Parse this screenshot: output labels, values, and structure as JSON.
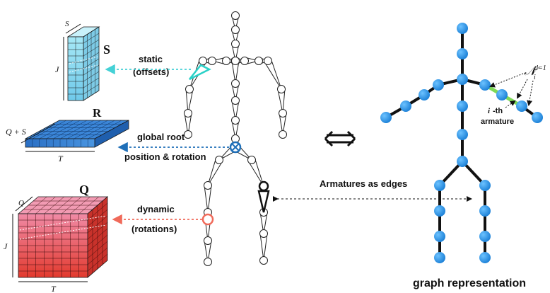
{
  "blocks": {
    "static": {
      "letter": "S",
      "dim_top": "S",
      "dim_side": "J",
      "label_line1": "static",
      "label_line2": "(offsets)",
      "arrow_color": "#45d1d6"
    },
    "root": {
      "letter": "R",
      "dim_side": "Q + S",
      "dim_bottom": "T",
      "label_line1": "global root",
      "label_line2": "position & rotation",
      "arrow_color": "#1f6fb8"
    },
    "dynamic": {
      "letter": "Q",
      "dim_top": "Q",
      "dim_side": "J",
      "dim_bottom": "T",
      "label_line1": "dynamic",
      "label_line2": "(rotations)",
      "arrow_color": "#f06a5a"
    }
  },
  "edges_label": "Armatures as edges",
  "graph": {
    "title": "graph representation",
    "neighbor_label": "𝒩",
    "neighbor_sub": "i",
    "neighbor_sup": "d=1",
    "armature_prefix": "i",
    "armature_suffix": "-th",
    "armature_word": "armature",
    "node_color": "#1e8fe0",
    "highlight_color": "#7ed957"
  },
  "colors": {
    "static_face": "#9fe3f2",
    "root_face": "#2f78cc",
    "dynamic_face": "#e64a4a"
  }
}
